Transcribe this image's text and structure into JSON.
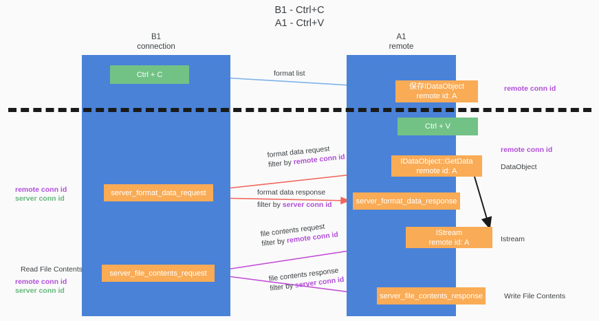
{
  "title": {
    "line1": "B1 - Ctrl+C",
    "line2": "A1 - Ctrl+V"
  },
  "columns": [
    {
      "name": "B1",
      "role": "connection"
    },
    {
      "name": "A1",
      "role": "remote"
    }
  ],
  "colors": {
    "lane": "#4a82d8",
    "node_green": "#72c286",
    "node_orange": "#f9ab55",
    "remote_conn_id": "#b14fd8",
    "server_conn_id": "#63b87a",
    "arrow_format_list": "#7db3e8",
    "arrow_format_data": "#f0675c",
    "arrow_file_contents": "#c44fd8",
    "arrow_internal": "#1a1a1a",
    "divider": "#1a1a1a",
    "background": "#fafafa"
  },
  "nodes": {
    "ctrl_c": {
      "line1": "Ctrl + C",
      "line2": ""
    },
    "save_idataobject": {
      "line1": "保存IDataObject",
      "line2": "remote id: A"
    },
    "ctrl_v": {
      "line1": "Ctrl + V",
      "line2": ""
    },
    "idataobject_getdata": {
      "line1": "IDataObject::GetData",
      "line2": "remote id: A"
    },
    "server_format_data_request": {
      "line1": "server_format_data_request",
      "line2": ""
    },
    "server_format_data_response": {
      "line1": "server_format_data_response",
      "line2": ""
    },
    "istream": {
      "line1": "IStream",
      "line2": "remote id: A"
    },
    "server_file_contents_request": {
      "line1": "server_file_contents_request",
      "line2": ""
    },
    "server_file_contents_response": {
      "line1": "server_file_contents_response",
      "line2": ""
    }
  },
  "edge_labels": {
    "format_list": "format list",
    "format_data_request": "format data request",
    "format_data_request_filter_prefix": "filter by ",
    "format_data_request_filter_key": "remote conn id",
    "format_data_response": "format data response",
    "format_data_response_filter_prefix": "filter by ",
    "format_data_response_filter_key": "server conn id",
    "file_contents_request": "file contents request",
    "file_contents_request_filter_prefix": "filter by ",
    "file_contents_request_filter_key": "remote conn id",
    "file_contents_response": "file contents response",
    "file_contents_response_filter_prefix": "filter by ",
    "file_contents_response_filter_key": "server conn id"
  },
  "side_labels": {
    "right_remote_conn_id_top": "remote conn id",
    "right_remote_conn_id_mid": "remote conn id",
    "right_dataobject": "DataObject",
    "right_istream": "Istream",
    "right_write_file_contents": "Write File Contents",
    "left_remote_conn_id_mid": "remote conn id",
    "left_server_conn_id_mid": "server conn id",
    "left_read_file_contents": "Read File Contents",
    "left_remote_conn_id_bottom": "remote conn id",
    "left_server_conn_id_bottom": "server conn id"
  }
}
